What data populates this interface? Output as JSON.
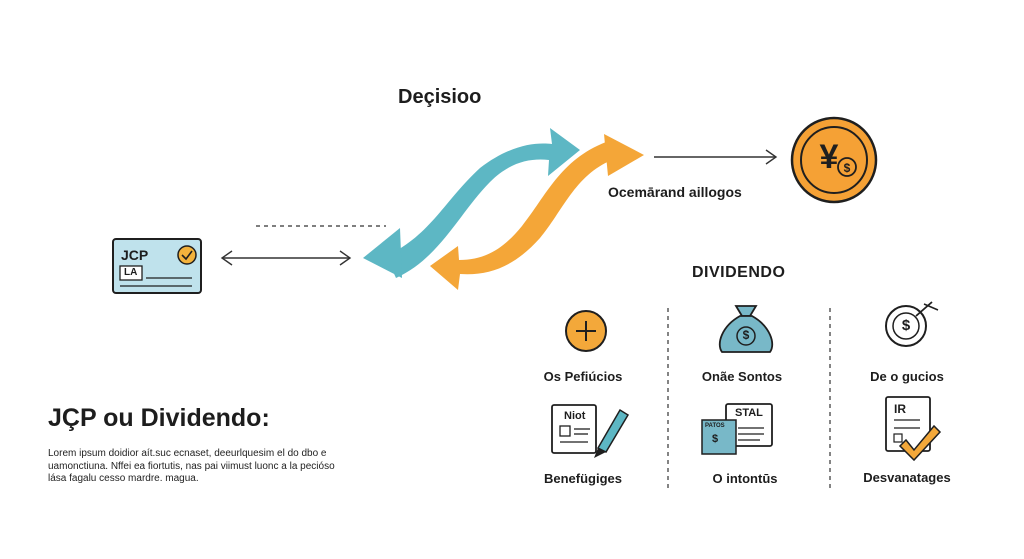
{
  "diagram": {
    "decision_label": "Deçisioo",
    "arrow_label": "Ocemārand aillogos",
    "card_title": "JCP",
    "card_mark": "LA",
    "coin_symbol": "¥",
    "dividendo_heading": "DIVIDENDO",
    "columns": [
      {
        "top_label": "Os Pefiúcios",
        "bottom_label": "Benefügiges",
        "doc_text": "Niot"
      },
      {
        "top_label": "Onãe Sontos",
        "bottom_label": "O intontūs",
        "doc_text": "STAL",
        "doc_text_small": "PATOS"
      },
      {
        "top_label": "De o gucios",
        "bottom_label": "Desvanatages",
        "doc_text": "IR"
      }
    ],
    "main_title": "JÇP ou Dividendo:",
    "description": "Lorem ipsum doidior aít.suc ecnaset, deeurlquesim el do dbo e uamonctiuna. Nffei ea fiortutis, nas pai viimust luonc a la pecióso lása fagalu cesso mardre. magua.",
    "colors": {
      "teal": "#5db7c4",
      "orange": "#f4a638",
      "dark": "#1f1f1f",
      "card_bg": "#bfe2ec",
      "yellow": "#f3b23c",
      "coin": "#f5a135",
      "money_bag": "#78b8c8"
    }
  }
}
